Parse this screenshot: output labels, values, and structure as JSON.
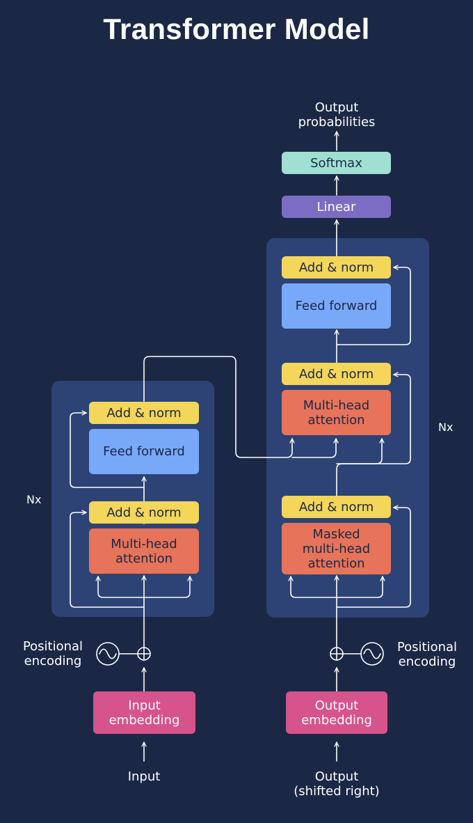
{
  "title": "Transformer Model",
  "encoder": {
    "repeat_label": "Nx",
    "blocks": {
      "add_norm_top": "Add & norm",
      "feed_forward": "Feed forward",
      "add_norm_bottom": "Add & norm",
      "attention": "Multi-head\nattention"
    },
    "embedding": "Input\nembedding",
    "positional_encoding": "Positional\nencoding",
    "input": "Input"
  },
  "decoder": {
    "repeat_label": "Nx",
    "blocks": {
      "add_norm_top": "Add & norm",
      "feed_forward": "Feed forward",
      "add_norm_mid": "Add & norm",
      "cross_attention": "Multi-head\nattention",
      "add_norm_bottom": "Add & norm",
      "masked_attention": "Masked\nmulti-head\nattention"
    },
    "embedding": "Output\nembedding",
    "positional_encoding": "Positional\nencoding",
    "input": "Output\n(shifted right)"
  },
  "head": {
    "linear": "Linear",
    "softmax": "Softmax",
    "output": "Output\nprobabilities"
  },
  "colors": {
    "background": "#1b2845",
    "stack": "#2d4376",
    "add_norm": "#f3d65a",
    "feed_forward": "#78a8f8",
    "attention": "#e6735a",
    "embedding": "#d6538c",
    "linear": "#7d6cc4",
    "softmax": "#9fe0d2"
  }
}
